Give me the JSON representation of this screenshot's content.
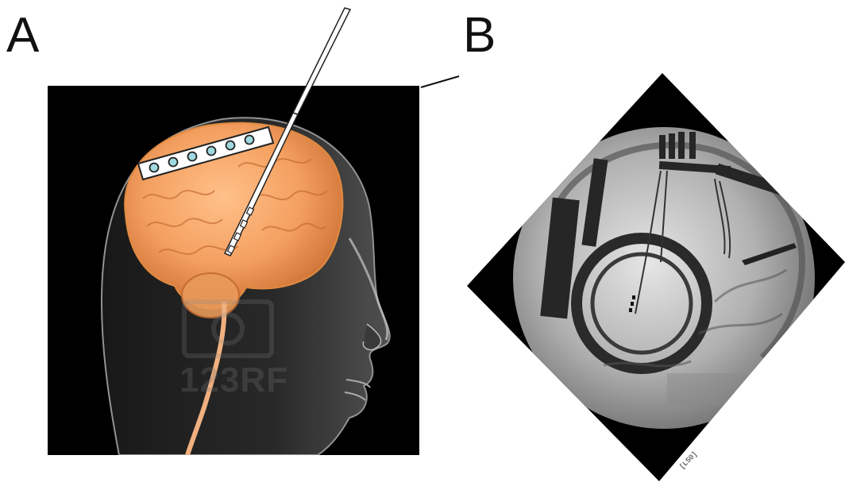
{
  "panels": {
    "a": {
      "label": "A"
    },
    "b": {
      "label": "B"
    }
  },
  "watermark": {
    "text": "123RF"
  },
  "xray_tag": {
    "text": "[LS0]"
  }
}
